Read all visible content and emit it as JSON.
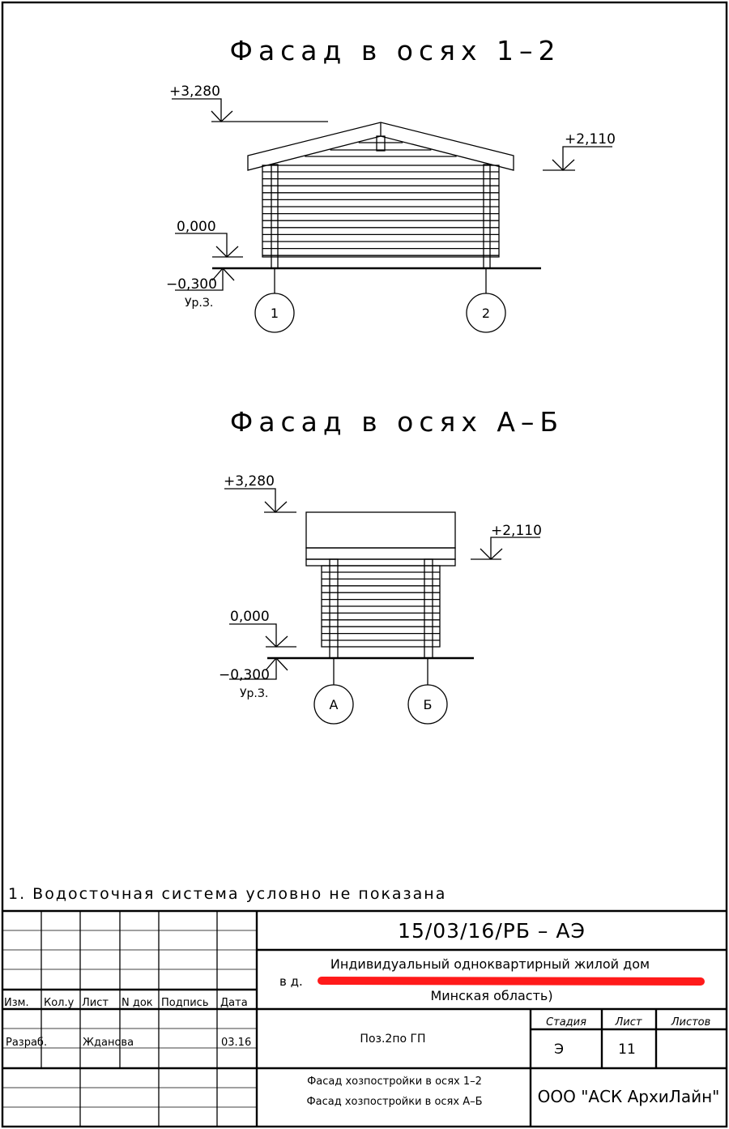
{
  "drawing1": {
    "title": "Фасад в осях 1–2",
    "levels": {
      "top": "+3,280",
      "eave": "+2,110",
      "zero": "0,000",
      "ground": "−0,300",
      "ground_note": "Ур.З."
    },
    "axes": [
      "1",
      "2"
    ]
  },
  "drawing2": {
    "title": "Фасад в осях А–Б",
    "levels": {
      "top": "+3,280",
      "eave": "+2,110",
      "zero": "0,000",
      "ground": "−0,300",
      "ground_note": "Ур.З."
    },
    "axes": [
      "А",
      "Б"
    ]
  },
  "note": "1. Водосточная система условно не показана",
  "title_block": {
    "headers": [
      "Изм.",
      "Кол.у",
      "Лист",
      "N док",
      "Подпись",
      "Дата"
    ],
    "developer_role": "Разраб.",
    "developer_name": "Жданова",
    "developer_date": "03.16",
    "code": "15/03/16/РБ – АЭ",
    "project_line1": "Индивидуальный одноквартирный жилой дом",
    "project_line2": "в д.",
    "project_line3": "Минская область)",
    "position": "Поз.2по ГП",
    "stage_label": "Стадия",
    "sheet_label": "Лист",
    "sheets_label": "Листов",
    "stage": "Э",
    "sheet": "11",
    "sheets": "",
    "sheet_title1": "Фасад хозпостройки в осях 1–2",
    "sheet_title2": "Фасад хозпостройки в осях А–Б",
    "company": "ООО \"АСК АрхиЛайн\""
  },
  "colors": {
    "redaction": "#ff1a1a"
  }
}
